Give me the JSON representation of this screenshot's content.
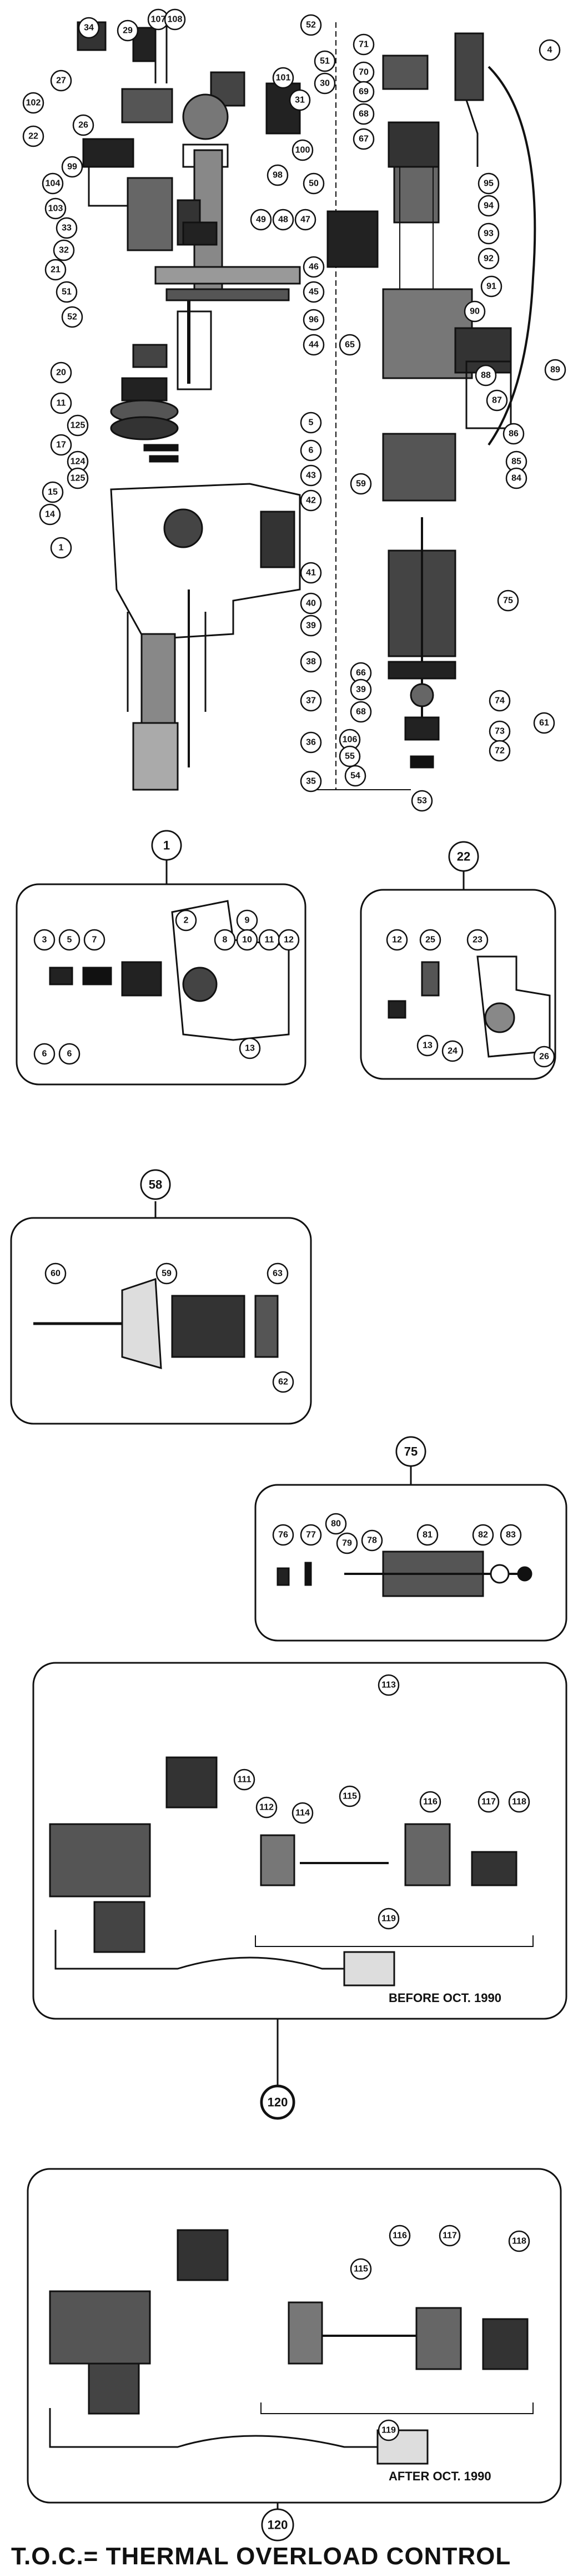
{
  "main_callouts_left": [
    "34",
    "29",
    "107",
    "108",
    "52",
    "27",
    "102",
    "26",
    "22",
    "51",
    "30",
    "101",
    "31",
    "100",
    "99",
    "104",
    "103",
    "33",
    "32",
    "98",
    "50",
    "49",
    "48",
    "47",
    "21",
    "51",
    "52",
    "46",
    "45",
    "96",
    "44",
    "20",
    "11",
    "125",
    "17",
    "124",
    "125",
    "5",
    "6",
    "43",
    "15",
    "14",
    "42",
    "1",
    "41",
    "40",
    "39",
    "38",
    "37",
    "36",
    "35"
  ],
  "main_callouts_right": [
    "71",
    "70",
    "69",
    "68",
    "67",
    "95",
    "94",
    "93",
    "92",
    "91",
    "90",
    "89",
    "88",
    "87",
    "86",
    "85",
    "84",
    "59",
    "65",
    "75",
    "66",
    "39",
    "68",
    "74",
    "61",
    "106",
    "55",
    "73",
    "54",
    "72",
    "53",
    "4"
  ],
  "insets": {
    "i1": {
      "title": "1",
      "callouts": [
        "3",
        "5",
        "7",
        "2",
        "8",
        "9",
        "10",
        "11",
        "12",
        "6",
        "6",
        "13"
      ]
    },
    "i22": {
      "title": "22",
      "callouts": [
        "12",
        "25",
        "23",
        "13",
        "24",
        "26"
      ]
    },
    "i58": {
      "title": "58",
      "callouts": [
        "60",
        "59",
        "63",
        "62"
      ]
    },
    "i75": {
      "title": "75",
      "callouts": [
        "76",
        "77",
        "80",
        "79",
        "78",
        "81",
        "82",
        "83"
      ]
    },
    "before": {
      "callouts": [
        "113",
        "111",
        "112",
        "114",
        "115",
        "116",
        "117",
        "118",
        "119"
      ],
      "caption": "BEFORE OCT. 1990",
      "ref": "120"
    },
    "after": {
      "callouts": [
        "116",
        "117",
        "118",
        "115",
        "119"
      ],
      "caption": "AFTER OCT. 1990",
      "ref": "120"
    }
  },
  "footer": "T.O.C.= THERMAL OVERLOAD CONTROL"
}
